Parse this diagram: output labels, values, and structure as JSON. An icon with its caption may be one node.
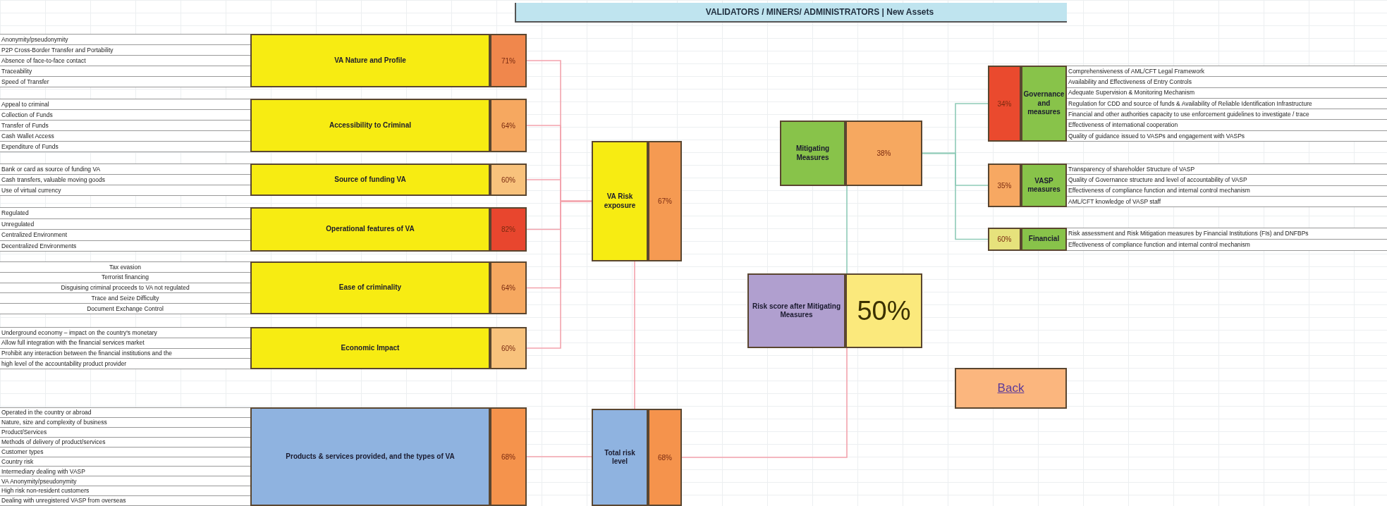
{
  "diagram": {
    "title": "VALIDATORS / MINERS/ ADMINISTRATORS | New Assets",
    "nodes": [
      {
        "text": [
          "VA Nature and Profile"
        ],
        "beside": [
          "Anonymity/pseudonymity",
          "P2P Cross-Border Transfer and Portability",
          "Absence of face-to-face contact",
          "Traceability",
          "Speed of Transfer"
        ]
      },
      {
        "text": [
          "71%"
        ]
      },
      {
        "text": [
          "Accessibility to Criminal"
        ],
        "beside": [
          "Appeal to criminal",
          "Collection of Funds",
          "Transfer of Funds",
          "Cash Wallet Access",
          "Expenditure of Funds"
        ]
      },
      {
        "text": [
          "64%"
        ]
      },
      {
        "text": [
          "Source of funding VA"
        ],
        "beside": [
          "Bank or card as source of funding VA",
          "Cash transfers, valuable moving goods",
          "Use of virtual currency"
        ]
      },
      {
        "text": [
          "60%"
        ]
      },
      {
        "text": [
          "Operational features of VA"
        ],
        "beside": [
          "Regulated",
          "Unregulated",
          "Centralized Environment",
          "Decentralized Environments"
        ]
      },
      {
        "text": [
          "82%"
        ]
      },
      {
        "text": [
          "Ease of criminality"
        ],
        "beside": [
          "Tax evasion",
          "Terrorist financing",
          "Disguising criminal proceeds to VA not regulated",
          "Trace and Seize Difficulty",
          "Document Exchange Control"
        ]
      },
      {
        "text": [
          "64%"
        ]
      },
      {
        "text": [
          "Economic Impact"
        ],
        "beside": [
          "Underground economy – impact on the country's monetary",
          "Allow full integration with the financial services market",
          "Prohibit any interaction between the financial institutions and the",
          "high level of the accountability product provider"
        ]
      },
      {
        "text": [
          "60%"
        ]
      },
      {
        "text": [
          "VA Risk exposure"
        ]
      },
      {
        "text": [
          "67%"
        ]
      },
      {
        "text": [
          "Mitigating Measures"
        ]
      },
      {
        "text": [
          "38%"
        ]
      },
      {
        "text": [
          "34%"
        ]
      },
      {
        "text": [
          "Governance and measures"
        ],
        "beside": [
          "Comprehensiveness of AML/CFT Legal Framework",
          "Availability and Effectiveness of Entry Controls",
          "Adequate Supervision & Monitoring Mechanism",
          "Regulation for CDD and source of funds & Availability of Reliable Identification Infrastructure",
          "Financial and other authorities capacity to use enforcement guidelines to investigate / trace",
          "Effectiveness of international cooperation",
          "Quality of guidance issued to VASPs and engagement with VASPs"
        ]
      },
      {
        "text": [
          "35%"
        ]
      },
      {
        "text": [
          "VASP measures"
        ],
        "beside": [
          "Transparency of shareholder Structure of VASP",
          "Quality of Governance structure and level of accountability of VASP",
          "Effectiveness of compliance function and internal control mechanism",
          "AML/CFT knowledge of VASP staff"
        ]
      },
      {
        "text": [
          "60%"
        ]
      },
      {
        "text": [
          "Financial"
        ],
        "beside": [
          "Risk assessment and Risk Mitigation measures by Financial Institutions (FIs) and DNFBPs",
          "Effectiveness of compliance function and internal control mechanism"
        ]
      },
      {
        "text": [
          "Risk score after Mitigating Measures"
        ]
      },
      {
        "text": [
          "50%"
        ]
      },
      {
        "text": [
          "Back"
        ]
      },
      {
        "text": [
          "Products & services provided, and the types of VA"
        ],
        "beside": [
          "Operated in the country or abroad",
          "Nature, size and complexity of business",
          "Product/Services",
          "Methods of delivery of product/services",
          "Customer types",
          "Country risk",
          "Intermediary dealing with VASP",
          "VA Anonymity/pseudonymity",
          "High risk non-resident customers",
          "Dealing with unregistered VASP from overseas"
        ]
      },
      {
        "text": [
          "68%"
        ]
      },
      {
        "text": [
          "Total risk level"
        ]
      },
      {
        "text": [
          "68%"
        ]
      }
    ],
    "edges": [
      {
        "from": 1,
        "to": 12,
        "arrow": "none"
      },
      {
        "from": 3,
        "to": 12,
        "arrow": "none"
      },
      {
        "from": 5,
        "to": 12,
        "arrow": "none"
      },
      {
        "from": 7,
        "to": 12,
        "arrow": "none"
      },
      {
        "from": 9,
        "to": 12,
        "arrow": "none"
      },
      {
        "from": 11,
        "to": 12,
        "arrow": "none"
      },
      {
        "from": 12,
        "to": 27,
        "arrow": "none"
      },
      {
        "from": 26,
        "to": 27,
        "arrow": "none"
      },
      {
        "from": 28,
        "to": 23,
        "arrow": "none"
      },
      {
        "from": 15,
        "to": 23,
        "arrow": "none",
        "color": "#8fcbb8"
      },
      {
        "from": 15,
        "to": 16,
        "arrow": "none",
        "color": "#8fcbb8"
      },
      {
        "from": 15,
        "to": 18,
        "arrow": "none",
        "color": "#8fcbb8"
      },
      {
        "from": 15,
        "to": 20,
        "arrow": "none",
        "color": "#8fcbb8"
      }
    ]
  }
}
